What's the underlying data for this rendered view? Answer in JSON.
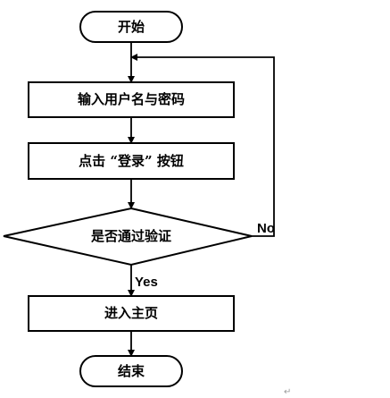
{
  "diagram": {
    "nodes": {
      "start": {
        "label": "开始",
        "shape": "terminator"
      },
      "input_credentials": {
        "label": "输入用户名与密码",
        "shape": "process"
      },
      "click_login": {
        "label": "点击 “登录” 按钮",
        "shape": "process"
      },
      "verify": {
        "label": "是否通过验证",
        "shape": "decision"
      },
      "enter_home": {
        "label": "进入主页",
        "shape": "process"
      },
      "end": {
        "label": "结束",
        "shape": "terminator"
      }
    },
    "edges": {
      "start_to_input": {
        "from": "start",
        "to": "input_credentials",
        "label": ""
      },
      "input_to_click": {
        "from": "input_credentials",
        "to": "click_login",
        "label": ""
      },
      "click_to_verify": {
        "from": "click_login",
        "to": "verify",
        "label": ""
      },
      "verify_yes": {
        "from": "verify",
        "to": "enter_home",
        "label": "Yes"
      },
      "verify_no": {
        "from": "verify",
        "to": "input_credentials",
        "label": "No"
      },
      "home_to_end": {
        "from": "enter_home",
        "to": "end",
        "label": ""
      }
    },
    "paragraph_mark": "↵",
    "colors": {
      "stroke": "#000000",
      "background": "#ffffff",
      "mark": "#9a9a9a"
    }
  }
}
